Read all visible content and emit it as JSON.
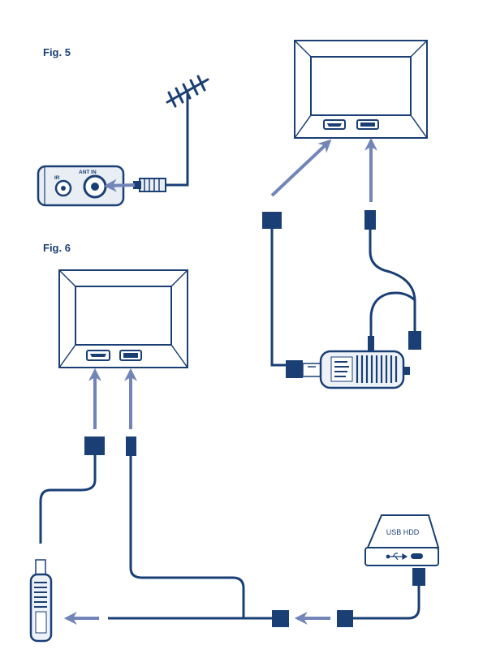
{
  "figures": {
    "fig5": {
      "label": "Fig. 5"
    },
    "fig6": {
      "label": "Fig. 6"
    }
  },
  "receiver_panel": {
    "ir_label": "IR",
    "ant_in_label": "ANT IN"
  },
  "usb_hdd": {
    "label": "USB HDD",
    "usb_symbol": "usb-trident-icon"
  },
  "colors": {
    "dark_blue": "#1a3f75",
    "arrow_blue": "#7285b8",
    "light_blue_fill": "#edf2f8",
    "panel_fill": "#e9eef5"
  }
}
